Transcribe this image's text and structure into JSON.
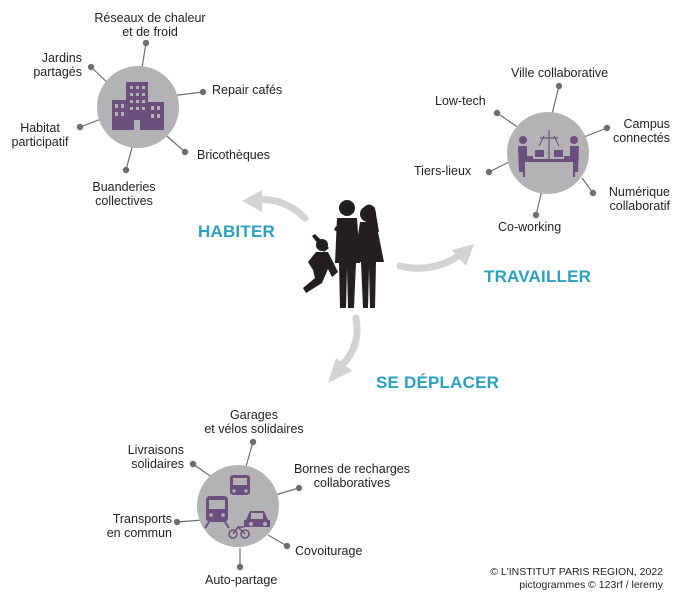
{
  "categories": {
    "habiter": "HABITER",
    "travailler": "TRAVAILLER",
    "se_deplacer": "SE DÉPLACER"
  },
  "habiter": {
    "items": {
      "reseaux_l1": "Réseaux de chaleur",
      "reseaux_l2": "et de froid",
      "jardins_l1": "Jardins",
      "jardins_l2": "partagés",
      "repair": "Repair cafés",
      "habitat_l1": "Habitat",
      "habitat_l2": "participatif",
      "bricotheques": "Bricothèques",
      "buanderies_l1": "Buanderies",
      "buanderies_l2": "collectives"
    }
  },
  "travailler": {
    "items": {
      "ville": "Ville collaborative",
      "lowtech": "Low-tech",
      "campus_l1": "Campus",
      "campus_l2": "connectés",
      "tiers": "Tiers-lieux",
      "numerique_l1": "Numérique",
      "numerique_l2": "collaboratif",
      "coworking": "Co-working"
    }
  },
  "se_deplacer": {
    "items": {
      "garages_l1": "Garages",
      "garages_l2": "et vélos solidaires",
      "livraisons_l1": "Livraisons",
      "livraisons_l2": "solidaires",
      "bornes_l1": "Bornes de recharges",
      "bornes_l2": "collaboratives",
      "transports_l1": "Transports",
      "transports_l2": "en commun",
      "covoiturage": "Covoiturage",
      "autopartage": "Auto-partage"
    }
  },
  "credits": {
    "line1": "© L'INSTITUT PARIS REGION, 2022",
    "line2": "pictogrammes © 123rf / leremy"
  },
  "colors": {
    "circle": "#b3b2b4",
    "pictogram": "#6c4f7d",
    "category": "#2aa1c0",
    "arrow": "#d3d3d3",
    "line": "#6d6e71",
    "family": "#231f20"
  }
}
